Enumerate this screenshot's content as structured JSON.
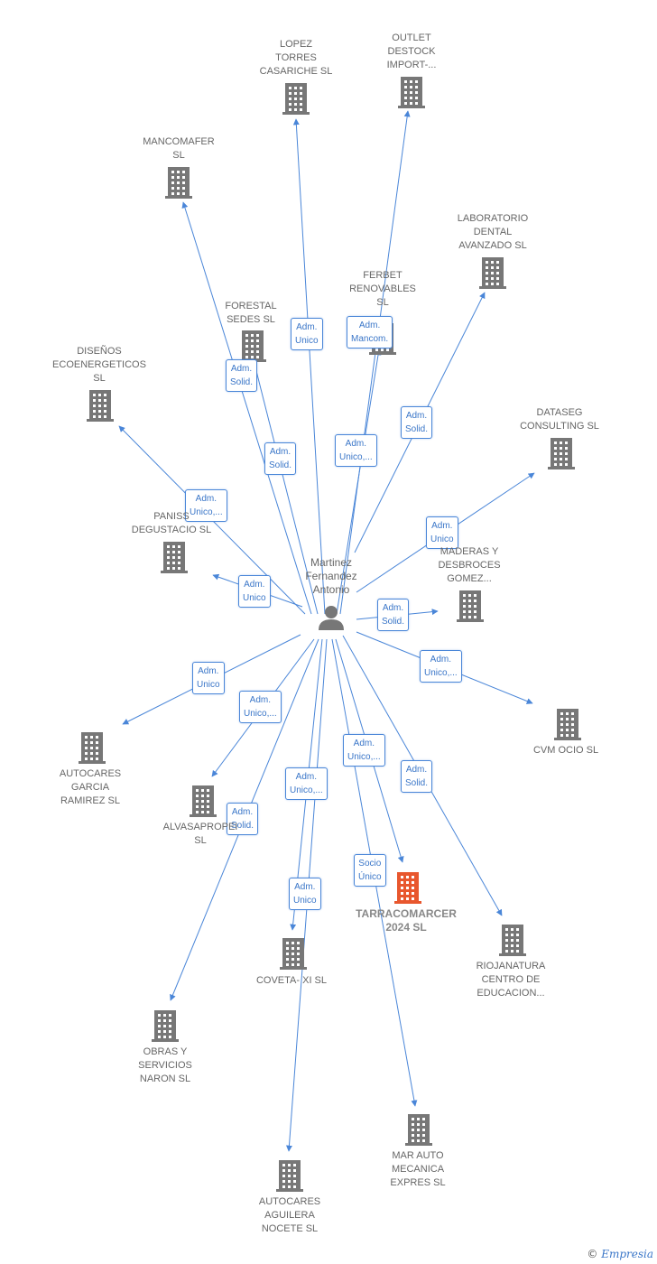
{
  "colors": {
    "edge": "#4a86d8",
    "building": "#777777",
    "building_target": "#e8572e",
    "person": "#777777"
  },
  "center": {
    "name": "Martinez\nFernandez\nAntonio",
    "icon": "person-icon"
  },
  "companies": [
    {
      "id": "lopez",
      "name": "LOPEZ\nTORRES\nCASARICHE SL"
    },
    {
      "id": "outlet",
      "name": "OUTLET\nDESTOCK\nIMPORT-..."
    },
    {
      "id": "mancomafer",
      "name": "MANCOMAFER\nSL"
    },
    {
      "id": "laboratorio",
      "name": "LABORATORIO\nDENTAL\nAVANZADO SL"
    },
    {
      "id": "ferbet",
      "name": "FERBET\nRENOVABLES\nSL"
    },
    {
      "id": "forestal",
      "name": "FORESTAL\nSEDES SL"
    },
    {
      "id": "disenos",
      "name": "DISEÑOS\nECOENERGETICOS\nSL"
    },
    {
      "id": "dataseg",
      "name": "DATASEG\nCONSULTING SL"
    },
    {
      "id": "paniss",
      "name": "PANISS\nDEGUSTACIO SL"
    },
    {
      "id": "maderas",
      "name": "MADERAS Y\nDESBROCES\nGOMEZ..."
    },
    {
      "id": "cvm",
      "name": "CVM OCIO SL"
    },
    {
      "id": "autogarcia",
      "name": "AUTOCARES\nGARCIA\nRAMIREZ SL"
    },
    {
      "id": "alvasa",
      "name": "ALVASAPROPEI\nSL"
    },
    {
      "id": "tarraco",
      "name": "TARRACOMARCER\n2024 SL",
      "highlight": true
    },
    {
      "id": "riojanatura",
      "name": "RIOJANATURA\nCENTRO DE\nEDUCACION..."
    },
    {
      "id": "coveta",
      "name": "COVETA- XI SL"
    },
    {
      "id": "obras",
      "name": "OBRAS Y\nSERVICIOS\nNARON SL"
    },
    {
      "id": "marauto",
      "name": "MAR AUTO\nMECANICA\nEXPRES SL"
    },
    {
      "id": "autoaguilera",
      "name": "AUTOCARES\nAGUILERA\nNOCETE SL"
    }
  ],
  "edges": [
    {
      "target": "lopez",
      "label": "Adm.\nUnico"
    },
    {
      "target": "outlet",
      "label": "Adm.\nMancom."
    },
    {
      "target": "mancomafer",
      "label": "Adm.\nSolid."
    },
    {
      "target": "laboratorio",
      "label": "Adm.\nSolid."
    },
    {
      "target": "ferbet",
      "label": "Adm.\nUnico,..."
    },
    {
      "target": "forestal",
      "label": "Adm.\nSolid."
    },
    {
      "target": "disenos",
      "label": "Adm.\nUnico,..."
    },
    {
      "target": "dataseg",
      "label": "Adm.\nUnico"
    },
    {
      "target": "paniss",
      "label": "Adm.\nUnico"
    },
    {
      "target": "maderas",
      "label": "Adm.\nSolid."
    },
    {
      "target": "cvm",
      "label": "Adm.\nUnico,..."
    },
    {
      "target": "autogarcia",
      "label": "Adm.\nUnico"
    },
    {
      "target": "alvasa",
      "label": "Adm.\nUnico,..."
    },
    {
      "target": "tarraco",
      "label": "Adm.\nUnico,..."
    },
    {
      "target": "tarraco2",
      "label": "Socio\nÚnico"
    },
    {
      "target": "riojanatura",
      "label": "Adm.\nSolid."
    },
    {
      "target": "coveta",
      "label": "Adm.\nUnico,..."
    },
    {
      "target": "coveta2",
      "label": "Adm.\nUnico"
    },
    {
      "target": "obras",
      "label": "Adm.\nSolid."
    }
  ],
  "footer": {
    "copyright": "©",
    "brand": "Empresia"
  }
}
